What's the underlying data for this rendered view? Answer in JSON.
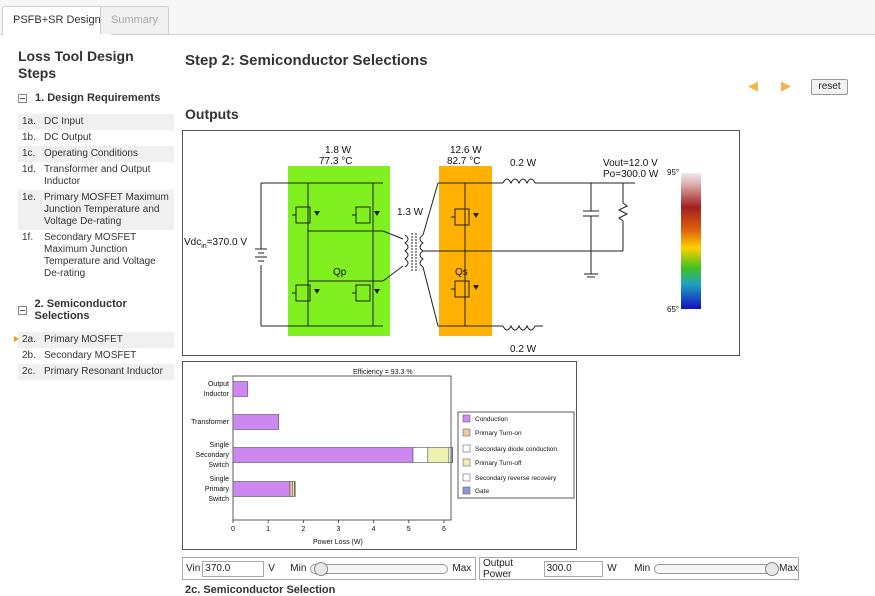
{
  "tabs": [
    {
      "label": "PSFB+SR Design",
      "active": true
    },
    {
      "label": "Summary",
      "active": false
    }
  ],
  "sidebar": {
    "title": "Loss Tool Design Steps",
    "sections": [
      {
        "title": "1. Design Requirements",
        "items": [
          {
            "num": "1a.",
            "label": "DC Input"
          },
          {
            "num": "1b.",
            "label": "DC Output"
          },
          {
            "num": "1c.",
            "label": "Operating Conditions"
          },
          {
            "num": "1d.",
            "label": "Transformer and Output Inductor"
          },
          {
            "num": "1e.",
            "label": "Primary MOSFET Maximum Junction Temperature and Voltage De-rating"
          },
          {
            "num": "1f.",
            "label": "Secondary MOSFET Maximum Junction Temperature and Voltage De-rating"
          }
        ]
      },
      {
        "title": "2. Semiconductor Selections",
        "items": [
          {
            "num": "2a.",
            "label": "Primary MOSFET",
            "current": true
          },
          {
            "num": "2b.",
            "label": "Secondary MOSFET"
          },
          {
            "num": "2c.",
            "label": "Primary Resonant Inductor"
          }
        ]
      }
    ]
  },
  "main": {
    "title": "Step 2: Semiconductor Selections",
    "outputs_title": "Outputs",
    "reset_label": "reset",
    "bottom_cut_text": "2c. Semiconductor Selection"
  },
  "schematic": {
    "primary_loss": "1.8 W",
    "primary_temp": "77.3 °C",
    "secondary_loss": "12.6 W",
    "secondary_temp": "82.7 °C",
    "inductor_top_loss": "0.2 W",
    "inductor_bottom_loss": "0.2 W",
    "transformer_loss": "1.3 W",
    "vout": "Vout=12.0 V",
    "po": "Po=300.0 W",
    "vdc_prefix": "Vdc",
    "vdc_sub": "in",
    "vdc_value": "=370.0  V",
    "qp_label": "Qp",
    "qs_label": "Qs",
    "scale_top": "95°",
    "scale_bottom": "65°",
    "primary_color": "#80f020",
    "secondary_color": "#ffb000"
  },
  "chart_data": {
    "type": "bar",
    "orientation": "horizontal",
    "stacked": true,
    "title": "Efficiency = 93.3 %",
    "xlabel": "Power Loss (W)",
    "ylabel": "",
    "xlim": [
      0,
      6.2
    ],
    "xticks": [
      "0",
      "1",
      "2",
      "3",
      "4",
      "5",
      "6"
    ],
    "categories": [
      "Output Inductor",
      "Transformer",
      "Single Secondary Switch",
      "Single Primary Switch"
    ],
    "series": [
      {
        "name": "Conduction",
        "color": "#cc88f0",
        "values": [
          0.42,
          1.3,
          5.12,
          1.62
        ]
      },
      {
        "name": "Primary Turn-on",
        "color": "#f0c8a0",
        "values": [
          0,
          0,
          0,
          0.08
        ]
      },
      {
        "name": "Secondary diode conduction",
        "color": "#ffffff",
        "values": [
          0,
          0,
          0.42,
          0
        ]
      },
      {
        "name": "Primary Turn-off",
        "color": "#f0f0b0",
        "values": [
          0,
          0,
          0.6,
          0.05
        ]
      },
      {
        "name": "Secondary reverse recovery",
        "color": "#ffffff",
        "values": [
          0,
          0,
          0.06,
          0
        ]
      },
      {
        "name": "Gate",
        "color": "#8899cc",
        "values": [
          0,
          0,
          0.05,
          0.02
        ]
      }
    ],
    "legend_position": "right"
  },
  "controls": {
    "vin_label": "Vin",
    "vin_value": "370.0",
    "vin_unit": "V",
    "min_label": "Min",
    "max_label": "Max",
    "vin_slider_fraction": 0.02,
    "po_label": "Output Power",
    "po_value": "300.0",
    "po_unit": "W",
    "po_slider_fraction": 0.98
  }
}
